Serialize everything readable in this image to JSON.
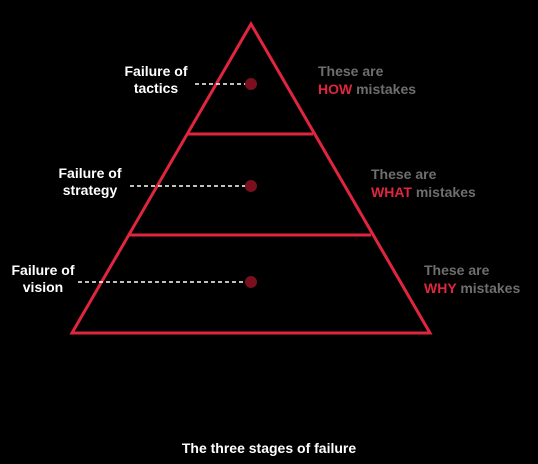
{
  "caption": "The three stages of failure",
  "colors": {
    "background": "#000000",
    "accent": "#e0263f",
    "marker": "#7a0f1e",
    "text": "#ffffff",
    "muted": "#6e6e6e"
  },
  "tiers": [
    {
      "left_label_line1": "Failure of",
      "left_label_line2": "tactics",
      "right_prefix": "These are",
      "right_keyword": "HOW",
      "right_suffix": "mistakes"
    },
    {
      "left_label_line1": "Failure of",
      "left_label_line2": "strategy",
      "right_prefix": "These are",
      "right_keyword": "WHAT",
      "right_suffix": "mistakes"
    },
    {
      "left_label_line1": "Failure of",
      "left_label_line2": "vision",
      "right_prefix": "These are",
      "right_keyword": "WHY",
      "right_suffix": "mistakes"
    }
  ]
}
